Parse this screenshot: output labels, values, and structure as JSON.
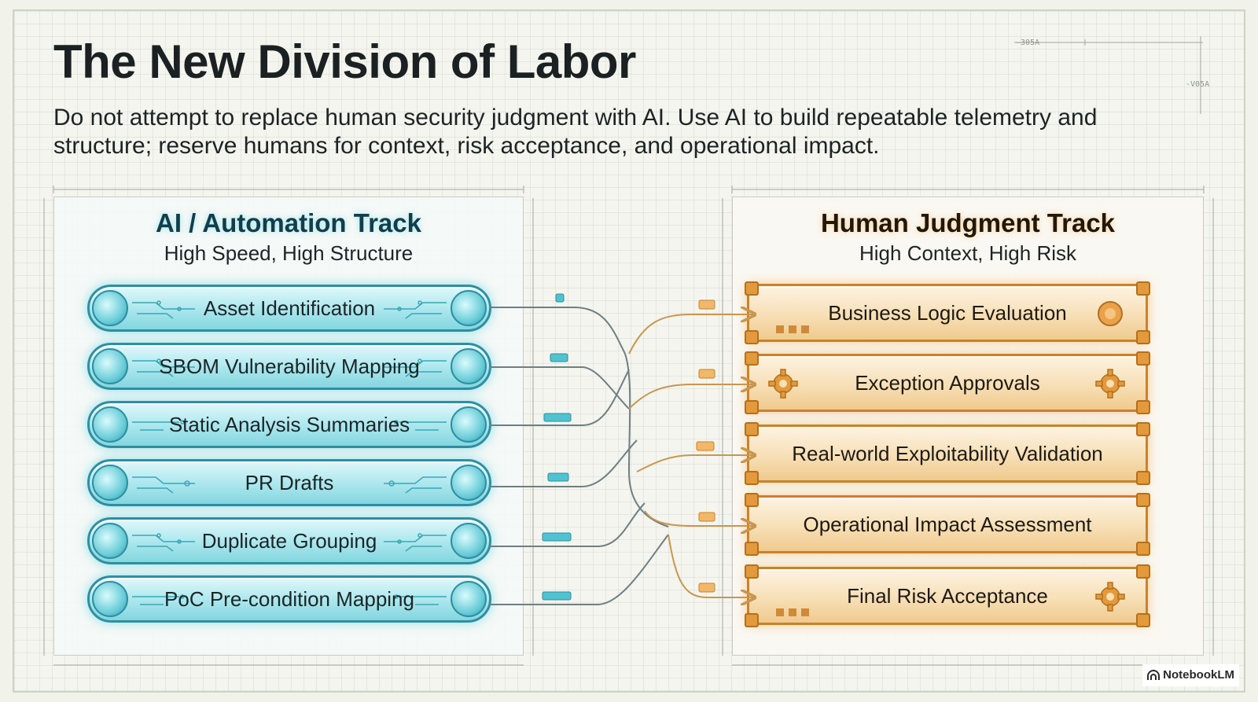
{
  "title": "The New Division of Labor",
  "subtitle": "Do not attempt to replace human security judgment with AI. Use AI to build repeatable telemetry and structure; reserve humans for context, risk acceptance, and operational impact.",
  "dimension_marks": [
    "—305A",
    "-V05A"
  ],
  "ai_track": {
    "title": "AI / Automation Track",
    "subtitle": "High Speed, High Structure",
    "items": [
      "Asset Identification",
      "SBOM Vulnerability Mapping",
      "Static Analysis Summaries",
      "PR Drafts",
      "Duplicate Grouping",
      "PoC Pre-condition Mapping"
    ]
  },
  "human_track": {
    "title": "Human Judgment Track",
    "subtitle": "High Context, High Risk",
    "items": [
      "Business Logic Evaluation",
      "Exception Approvals",
      "Real-world Exploitability Validation",
      "Operational Impact Assessment",
      "Final Risk Acceptance"
    ]
  },
  "colors": {
    "ai_accent": "#2e8fa1",
    "ai_glow": "#84d6df",
    "human_accent": "#c9822b",
    "human_glow": "#efca8e",
    "connector_ai": "#6e7f84",
    "connector_human": "#c9964f"
  },
  "brand": {
    "name": "NotebookLM",
    "icon": "notebooklm-logo-icon"
  }
}
